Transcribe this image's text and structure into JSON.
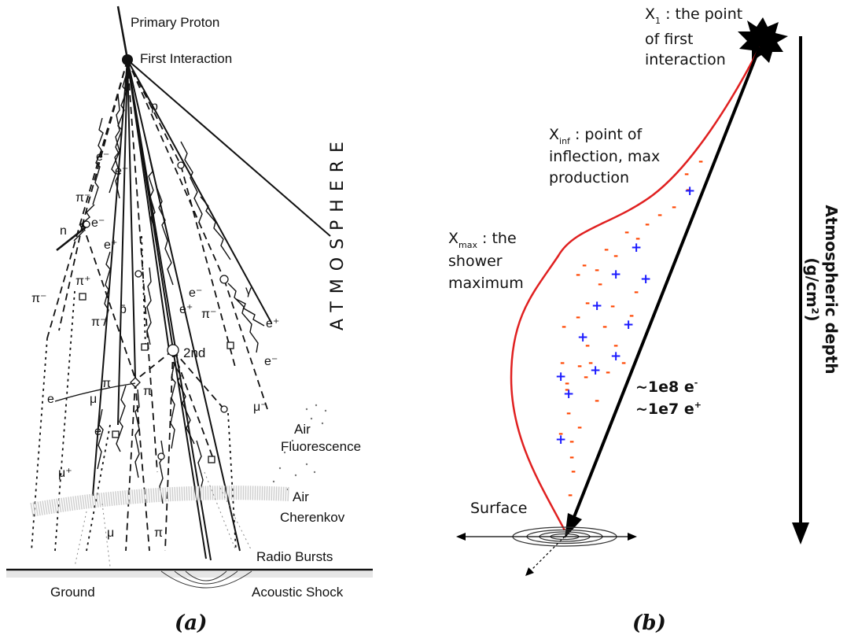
{
  "panel_a": {
    "primary_proton": "Primary Proton",
    "first_interaction": "First Interaction",
    "atmosphere": "ATMOSPHERE",
    "p": "p",
    "second": "2nd",
    "air_fluorescence": [
      "Air",
      "Fluorescence"
    ],
    "air_cherenkov": [
      "Air",
      "Cherenkov"
    ],
    "radio_bursts": "Radio Bursts",
    "ground": "Ground",
    "acoustic_shock": "Acoustic Shock",
    "particles": {
      "e_minus": "e⁻",
      "e_plus": "e⁺",
      "pi_minus": "π⁻",
      "pi_plus": "π⁺",
      "pi": "π",
      "n": "n",
      "p_bar": "p̄",
      "gamma": "γ",
      "mu": "μ",
      "mu_plus": "μ⁺",
      "mu_minus": "μ⁻",
      "e": "e"
    },
    "caption": "(a)"
  },
  "panel_b": {
    "x1_label": [
      "X",
      "1",
      " : the point",
      "of first",
      "interaction"
    ],
    "xinf_label": [
      "X",
      "inf",
      " : point of",
      "inflection, max",
      "production"
    ],
    "xmax_label": [
      "X",
      "max",
      " : the",
      "shower",
      "maximum"
    ],
    "surface": "Surface",
    "electrons": "~1e8 e",
    "positrons": "~1e7 e",
    "minus_sign": "-",
    "plus_sign": "+",
    "superscript_minus": "-",
    "superscript_plus": "+",
    "depth_axis_line1": "Atmospheric depth",
    "depth_axis_line2": "(g/cm²)",
    "caption": "(b)",
    "colors": {
      "curve": "#e02020",
      "minus": "#ff4500",
      "plus": "#1a1aff"
    }
  }
}
